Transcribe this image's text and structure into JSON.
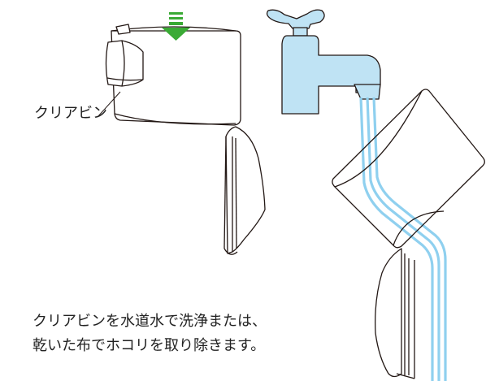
{
  "label": {
    "part_name": "クリアビン"
  },
  "caption": {
    "line1": "クリアビンを水道水で洗浄または、",
    "line2": "乾いた布でホコリを取り除きます。"
  },
  "colors": {
    "arrow": "#3aaa35",
    "faucet": "#bfe3f4",
    "water": "#8fd0ef",
    "stroke": "#231815"
  },
  "icons": [
    "down-arrow-icon",
    "faucet-icon",
    "water-stream-icon"
  ]
}
